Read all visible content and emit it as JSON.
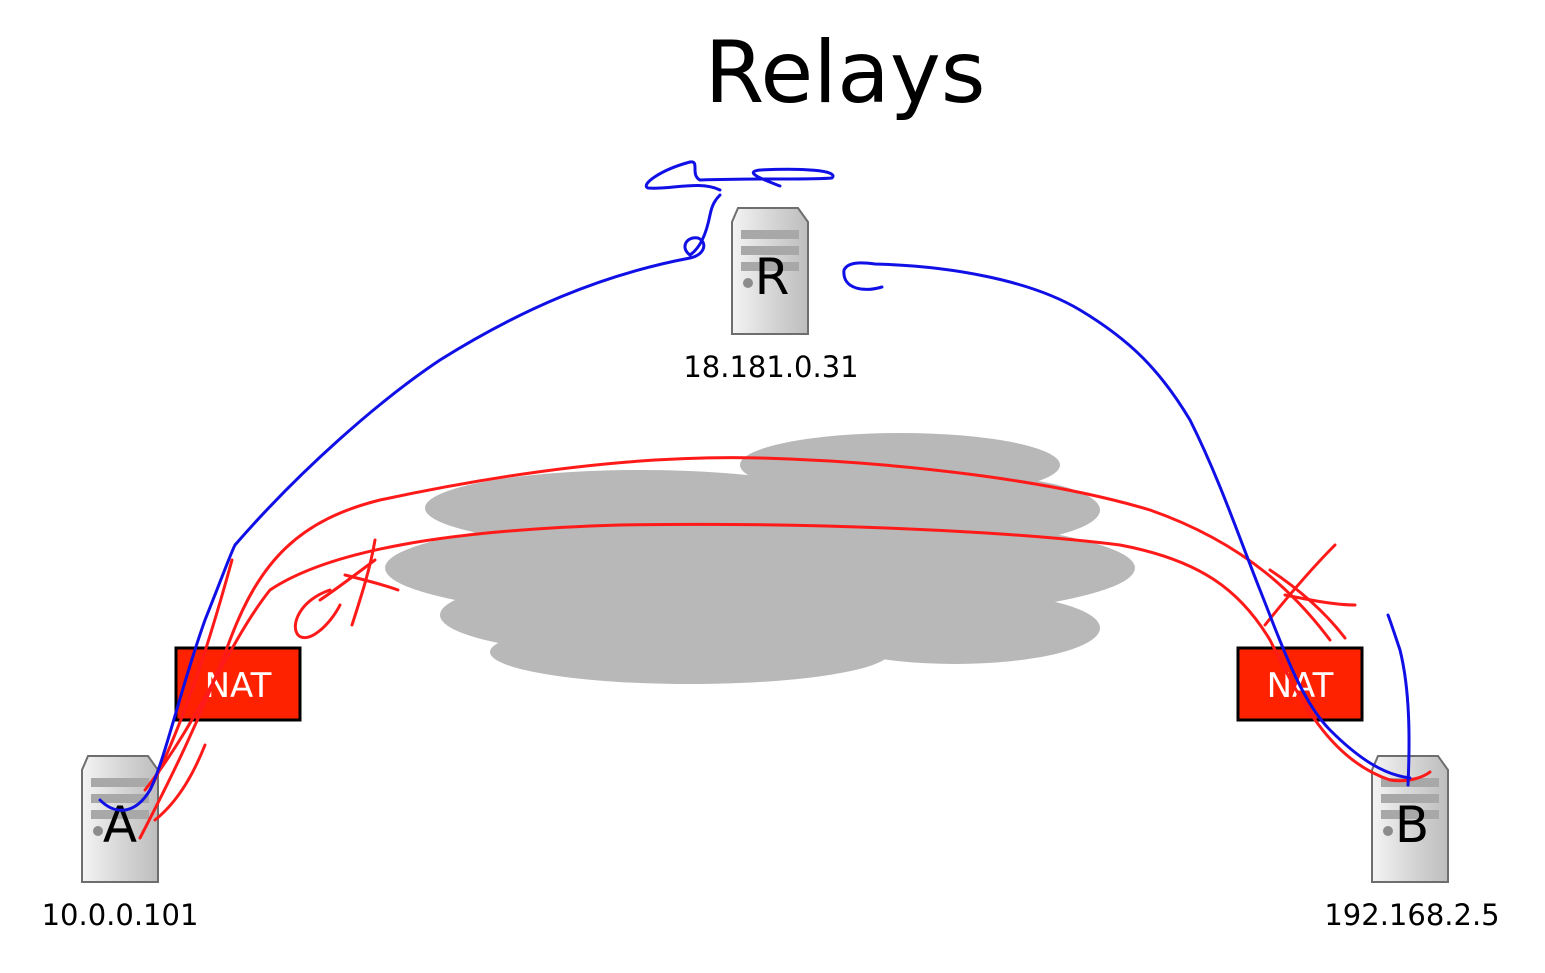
{
  "title": "Relays",
  "colors": {
    "nat_fill": "#ff2200",
    "nat_border": "#000000",
    "cloud": "#b8b8b8",
    "server_body": "#d9d9d9",
    "server_edge": "#6e6e6e",
    "ink_blue": "#1010e6",
    "ink_red": "#ff1a1a"
  },
  "nodes": {
    "relay": {
      "label": "R",
      "ip": "18.181.0.31",
      "icon": "server-icon"
    },
    "host_a": {
      "label": "A",
      "ip": "10.0.0.101",
      "icon": "server-icon"
    },
    "host_b": {
      "label": "B",
      "ip": "192.168.2.5",
      "icon": "server-icon"
    }
  },
  "nats": {
    "left": {
      "label": "NAT"
    },
    "right": {
      "label": "NAT"
    }
  },
  "internet": {
    "icon": "cloud-icon"
  }
}
